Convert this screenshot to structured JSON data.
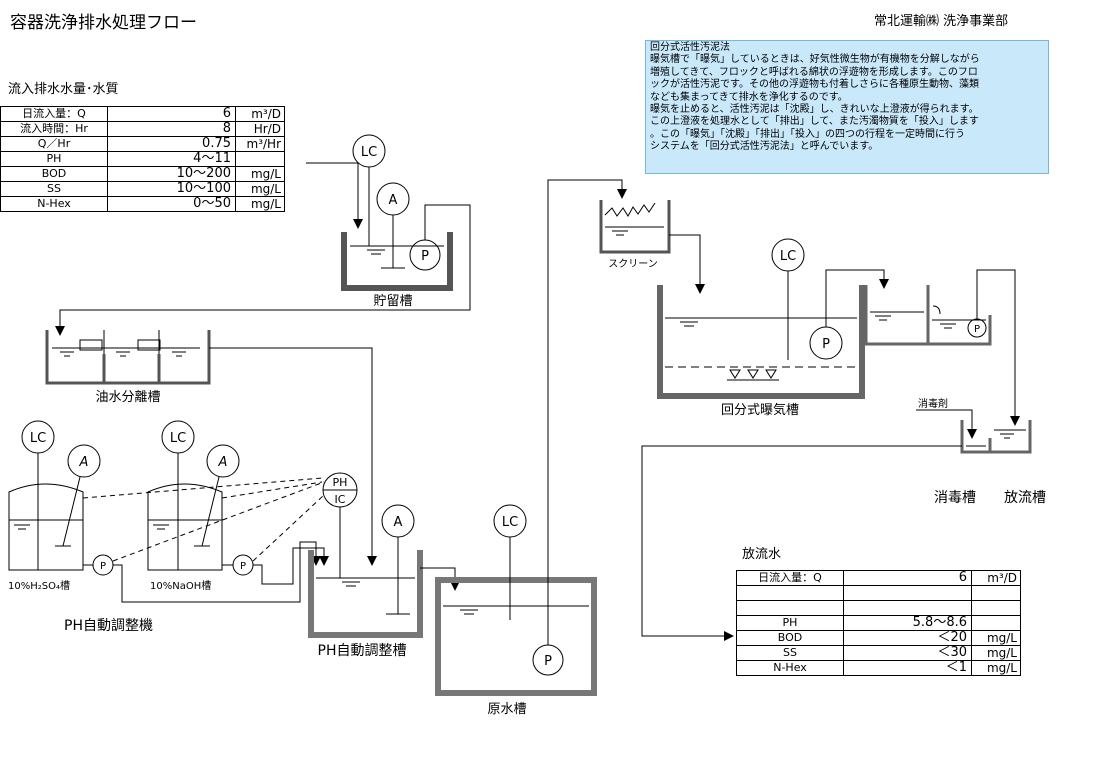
{
  "page": {
    "title": "容器洗浄排水処理フロー",
    "company": "常北運輸㈱ 洗浄事業部"
  },
  "inflow": {
    "heading": "流入排水水量･水質",
    "rows": [
      {
        "label": "日流入量：Q",
        "value": "6",
        "unit": "m³/D"
      },
      {
        "label": "流入時間：Hr",
        "value": "8",
        "unit": "Hr/D"
      },
      {
        "label": "Q／Hr",
        "value": "0.75",
        "unit": "m³/Hr"
      },
      {
        "label": "PH",
        "value": "4～11",
        "unit": ""
      },
      {
        "label": "BOD",
        "value": "10～200",
        "unit": "mg/L"
      },
      {
        "label": "SS",
        "value": "10～100",
        "unit": "mg/L"
      },
      {
        "label": "N-Hex",
        "value": "0～50",
        "unit": "mg/L"
      }
    ]
  },
  "outflow": {
    "heading": "放流水",
    "rows": [
      {
        "label": "日流入量：Q",
        "value": "6",
        "unit": "m³/D"
      },
      {
        "label": "",
        "value": "",
        "unit": ""
      },
      {
        "label": "",
        "value": "",
        "unit": ""
      },
      {
        "label": "PH",
        "value": "5.8～8.6",
        "unit": ""
      },
      {
        "label": "BOD",
        "value": "＜20",
        "unit": "mg/L"
      },
      {
        "label": "SS",
        "value": "＜30",
        "unit": "mg/L"
      },
      {
        "label": "N-Hex",
        "value": "＜1",
        "unit": "mg/L"
      }
    ]
  },
  "info_box": {
    "title": "回分式活性汚泥法",
    "line1": "曝気槽で「曝気」しているときは、好気性微生物が有機物を分解しながら",
    "line2": "増殖してきて、フロックと呼ばれる綿状の浮遊物を形成します。このフロ",
    "line3": "ックが活性汚泥です。その他の浮遊物も付着しさらに各種原生動物、藻類",
    "line4": "なども集まってきて排水を浄化するのです。",
    "line5": "曝気を止めると、活性汚泥は「沈殿」し、きれいな上澄液が得られます。",
    "line6": "この上澄液を処理水として「排出」して、また汚濁物質を「投入」します",
    "line7": "。この「曝気」「沈殿」「排出」「投入」の四つの行程を一定時間に行う",
    "line8": "システムを「回分式活性汚泥法」と呼んでいます。"
  },
  "labels": {
    "storage_tank": "貯留槽",
    "oil_separator": "油水分離槽",
    "ph_unit": "PH自動調整機",
    "ph_tank": "PH自動調整槽",
    "raw_tank": "原水槽",
    "screen": "スクリーン",
    "aeration_tank": "回分式曝気槽",
    "disinfectant": "消毒剤",
    "disinfection_tank": "消毒槽",
    "discharge_tank": "放流槽",
    "acid_tank": "10%H₂SO₄槽",
    "alkali_tank": "10%NaOH槽",
    "lc": "LC",
    "a": "A",
    "p": "P",
    "ph": "PH",
    "ic": "IC"
  }
}
